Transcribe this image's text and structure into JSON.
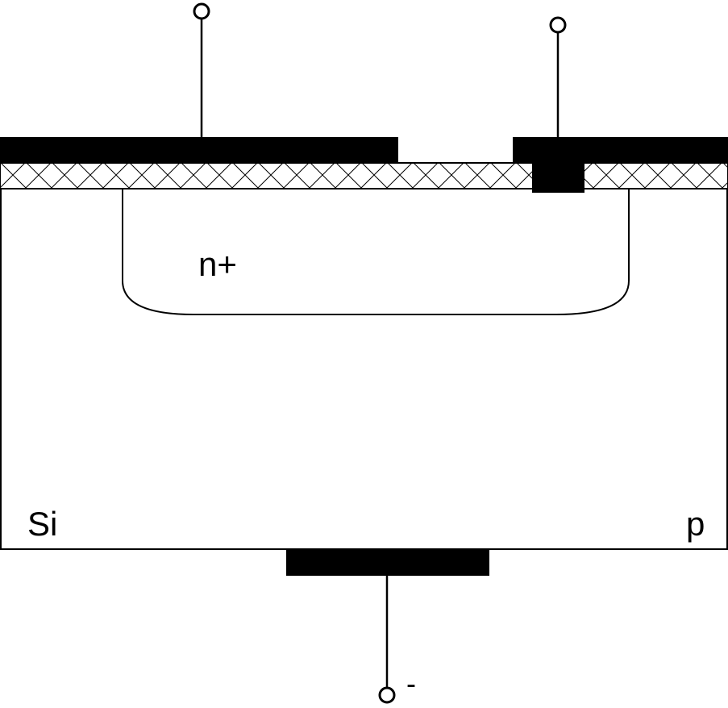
{
  "labels": {
    "n_region": "n+",
    "substrate_material": "Si",
    "substrate_type": "p",
    "bottom_terminal_sign": "-"
  },
  "colors": {
    "ink": "#000000",
    "background": "#ffffff"
  }
}
